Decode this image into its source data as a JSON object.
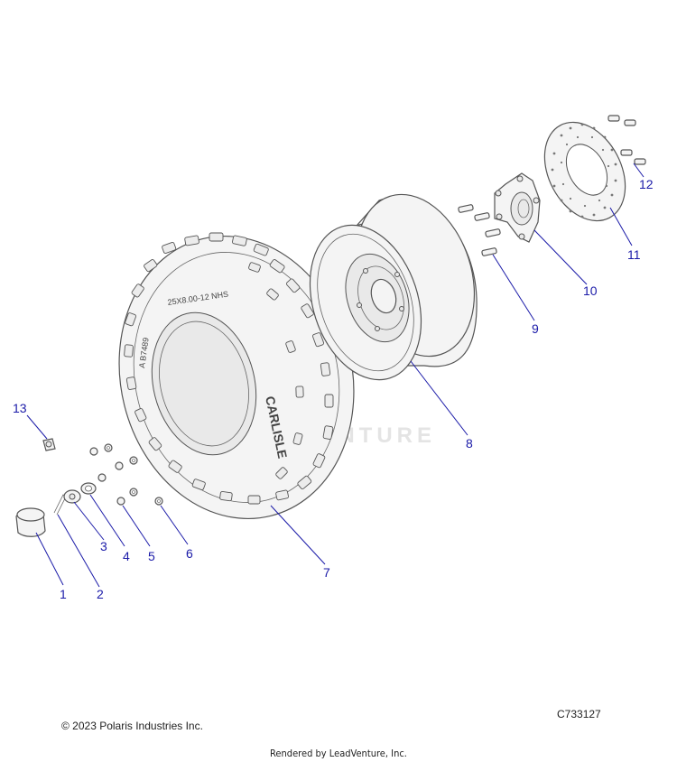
{
  "diagram": {
    "watermark": "LEADVENTURE",
    "tire_text": {
      "size": "25X8.00-12 NHS",
      "brand": "CARLISLE",
      "code": "A B7489"
    },
    "callouts": [
      "1",
      "2",
      "3",
      "4",
      "5",
      "6",
      "7",
      "8",
      "9",
      "10",
      "11",
      "12",
      "13"
    ]
  },
  "footer": {
    "copyright": "© 2023 Polaris Industries Inc.",
    "diagram_code": "C733127",
    "rendered_by": "Rendered by LeadVenture, Inc."
  }
}
